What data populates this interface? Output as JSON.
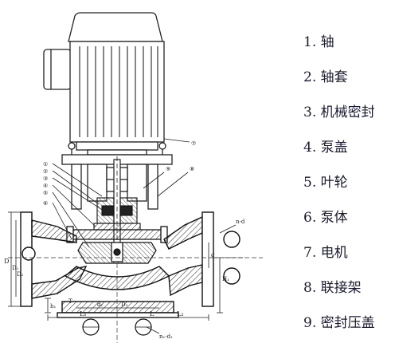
{
  "legend": {
    "items": [
      "1. 轴",
      "2. 轴套",
      "3. 机械密封",
      "4. 泵盖",
      "5. 叶轮",
      "6. 泵体",
      "7. 电机",
      "8. 联接架",
      "9. 密封压盖"
    ]
  },
  "drawing": {
    "callouts_left": [
      "①",
      "②",
      "③",
      "④",
      "⑤",
      "⑥"
    ],
    "callout_motor": "⑦",
    "callout_bracket": "⑧",
    "callout_bolt_row": "⑨",
    "dims": {
      "D": "D",
      "D1": "D₁",
      "D2": "D₂",
      "h1": "h₁",
      "L1": "L₁",
      "L2": "L₂",
      "L": "L",
      "H1": "H₁",
      "T": "T",
      "flange_holes_top": "n-d",
      "base_holes": "n₁-d₁",
      "base_d1": "d₁",
      "base_D2": "D₂",
      "side_g": "g"
    }
  }
}
